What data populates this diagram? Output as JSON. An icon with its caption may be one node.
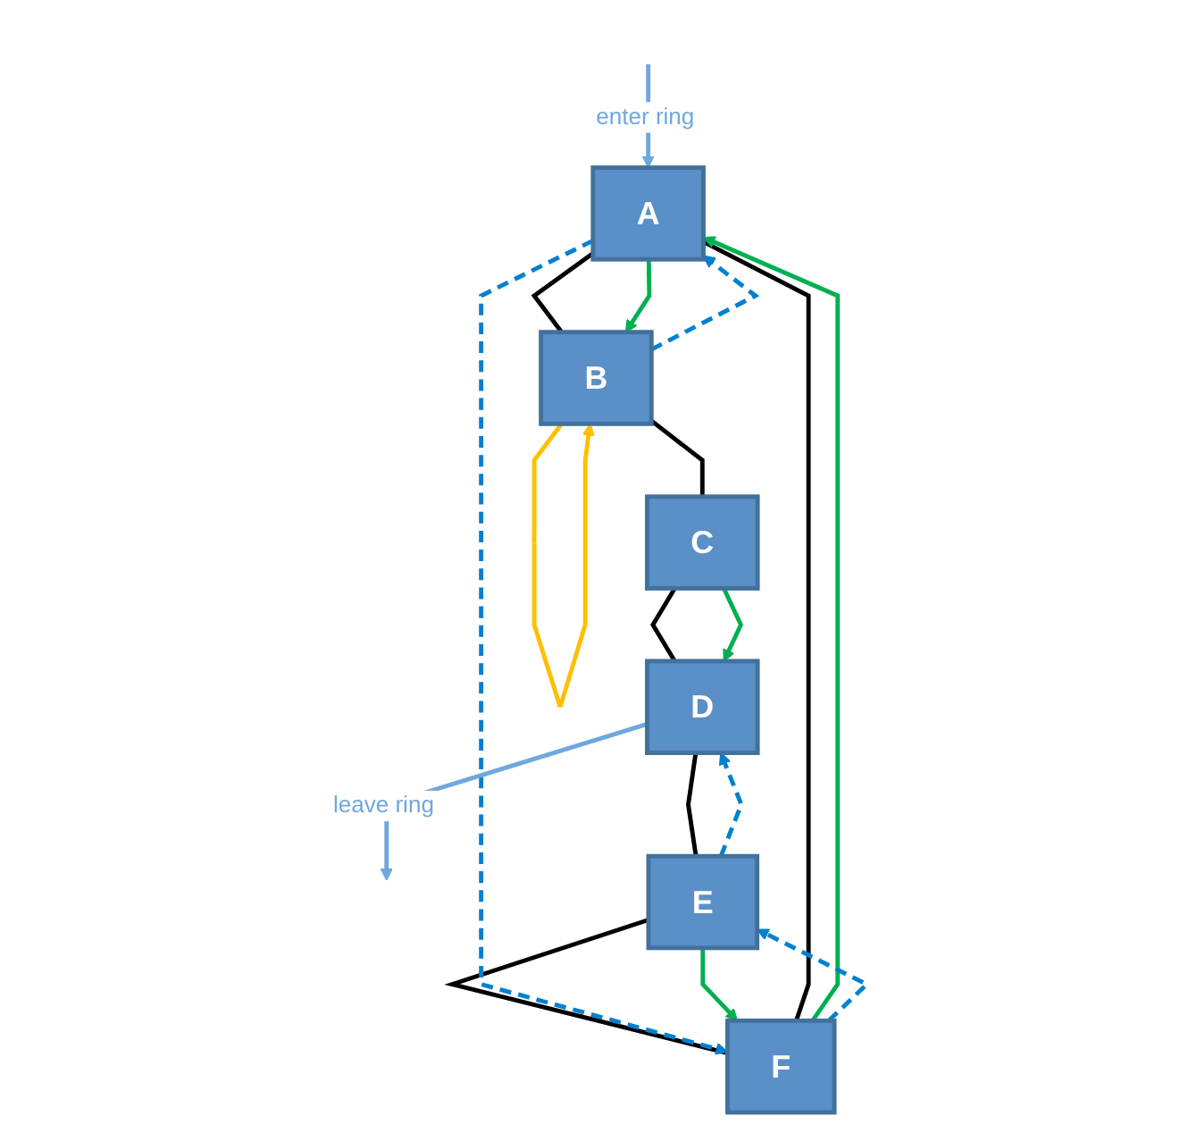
{
  "diagram": {
    "nodes": [
      {
        "text": [
          "A"
        ]
      },
      {
        "text": [
          "B"
        ]
      },
      {
        "text": [
          "C"
        ]
      },
      {
        "text": [
          "D"
        ]
      },
      {
        "text": [
          "E"
        ]
      },
      {
        "text": [
          "F"
        ]
      }
    ],
    "edges": [
      {
        "from": null,
        "to": 0,
        "arrow": "to",
        "label": "enter ring",
        "color": "#6fa8dc"
      },
      {
        "from": 5,
        "to": 0,
        "arrow": "none"
      },
      {
        "from": 0,
        "to": 1,
        "arrow": "none"
      },
      {
        "from": 1,
        "to": 2,
        "arrow": "none"
      },
      {
        "from": 2,
        "to": 3,
        "arrow": "none"
      },
      {
        "from": 3,
        "to": 4,
        "arrow": "none"
      },
      {
        "from": 4,
        "to": 5,
        "arrow": "none"
      },
      {
        "from": 5,
        "to": 0,
        "arrow": "to",
        "color": "#00b050"
      },
      {
        "from": 0,
        "to": 1,
        "arrow": "to",
        "color": "#00b050"
      },
      {
        "from": 1,
        "to": 1,
        "arrow": "to",
        "color": "#ffc000"
      },
      {
        "from": 1,
        "to": 0,
        "arrow": "to",
        "style": "dashed",
        "color": "#0080d0"
      },
      {
        "from": 0,
        "to": 5,
        "arrow": "to",
        "style": "dashed",
        "color": "#0080d0"
      },
      {
        "from": 5,
        "to": 4,
        "arrow": "to",
        "style": "dashed",
        "color": "#0080d0"
      },
      {
        "from": 4,
        "to": 3,
        "arrow": "to",
        "style": "dashed",
        "color": "#0080d0"
      },
      {
        "from": 2,
        "to": 3,
        "arrow": "to",
        "color": "#00b050"
      },
      {
        "from": 4,
        "to": 5,
        "arrow": "to",
        "color": "#00b050"
      },
      {
        "from": 3,
        "to": null,
        "arrow": "to",
        "label": "leave ring",
        "color": "#6fa8dc"
      }
    ]
  }
}
